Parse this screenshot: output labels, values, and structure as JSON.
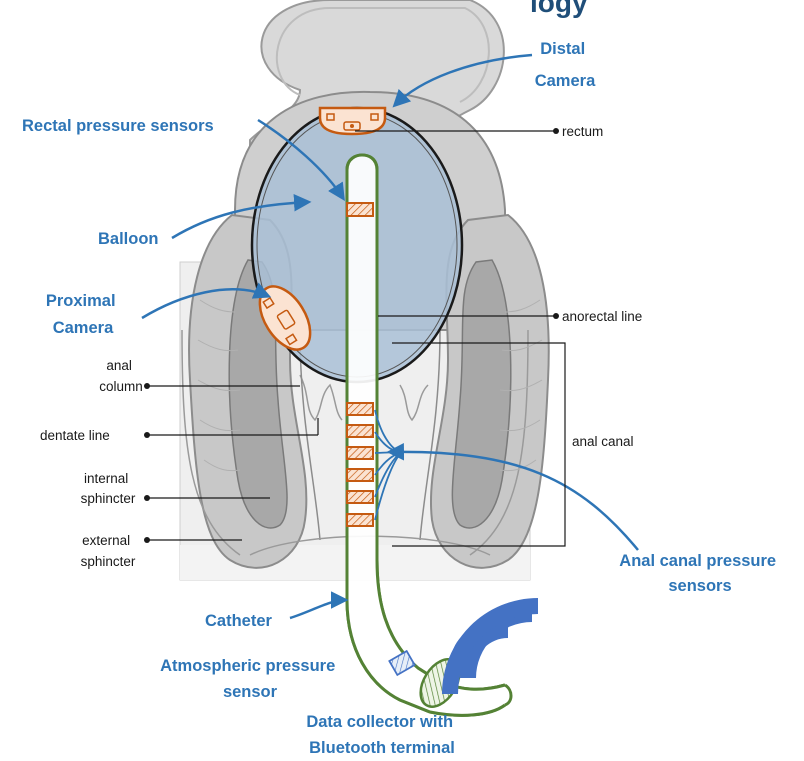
{
  "title_fragment": "logy",
  "labels": {
    "distal_camera": [
      "Distal",
      "Camera"
    ],
    "rectal_pressure_sensors": "Rectal pressure sensors",
    "balloon": "Balloon",
    "proximal_camera": [
      "Proximal",
      "Camera"
    ],
    "anal_canal_pressure_sensors": [
      "Anal canal pressure",
      "sensors"
    ],
    "catheter": "Catheter",
    "atmospheric_pressure_sensor": [
      "Atmospheric pressure",
      "sensor"
    ],
    "data_collector": [
      "Data collector with",
      "Bluetooth terminal"
    ]
  },
  "anatomy": {
    "rectum": "rectum",
    "anorectal_line": "anorectal line",
    "anal_canal": "anal canal",
    "anal_column": [
      "anal",
      "column"
    ],
    "dentate_line": "dentate line",
    "internal_sphincter": [
      "internal",
      "sphincter"
    ],
    "external_sphincter": [
      "external",
      "sphincter"
    ]
  },
  "colors": {
    "callout_blue": "#2E75B6",
    "title_blue": "#1F4E79",
    "sensor_orange": "#C55A11",
    "catheter_green": "#548235",
    "balloon_fill": "#A9BFD6",
    "wifi_blue": "#4472C4"
  },
  "icons": [
    "wifi-signal-icon",
    "camera-icon"
  ]
}
